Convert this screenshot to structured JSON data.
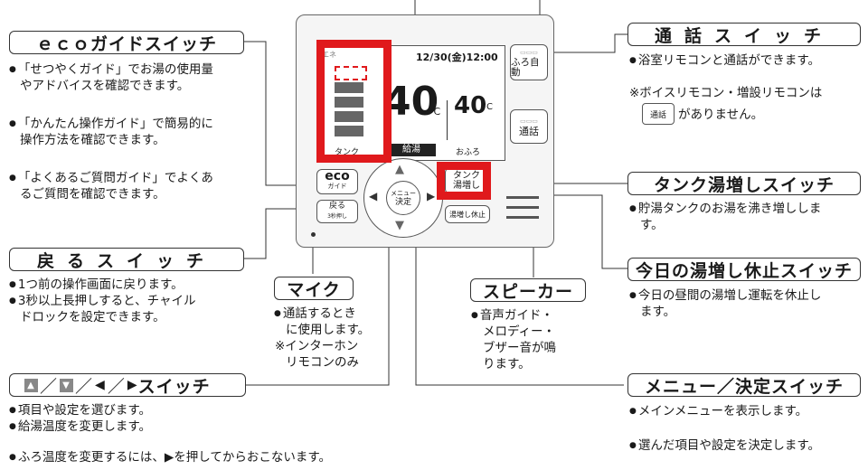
{
  "labels": {
    "eco": "ｅｃｏガイドスイッチ",
    "back": "戻るスイッチ",
    "arrows": "スイッチ",
    "arrow_marks": [
      "▲",
      "／",
      "▼",
      "／",
      "◀",
      "／",
      "▶"
    ],
    "call": "通話スイッチ",
    "tank": "タンク湯増しスイッチ",
    "halt": "今日の湯増し休止スイッチ",
    "mic": "マイク",
    "speaker": "スピーカー",
    "menu": "メニュー／決定スイッチ"
  },
  "desc": {
    "eco_1a": "「せつやくガイド」でお湯の使用量",
    "eco_1b": "やアドバイスを確認できます。",
    "eco_2a": "「かんたん操作ガイド」で簡易的に",
    "eco_2b": "操作方法を確認できます。",
    "eco_3a": "「よくあるご質問ガイド」でよくあ",
    "eco_3b": "るご質問を確認できます。",
    "back_1": "1つ前の操作画面に戻ります。",
    "back_2a": "3秒以上長押しすると、チャイル",
    "back_2b": "ドロックを設定できます。",
    "arrows_1": "項目や設定を選びます。",
    "arrows_2": "給湯温度を変更します。",
    "arrows_3": "ふろ温度を変更するには、▶を押してからおこないます。",
    "call_1": "浴室リモコンと通話ができます。",
    "call_note_1": "※ボイスリモコン・増設リモコンは",
    "call_note_2": "がありません。",
    "tank_1a": "貯湯タンクのお湯を沸き増ししま",
    "tank_1b": "す。",
    "halt_1a": "今日の昼間の湯増し運転を休止し",
    "halt_1b": "ます。",
    "mic_1a": "通話するとき",
    "mic_1b": "に使用します。",
    "mic_2a": "※インターホン",
    "mic_2b": "リモコンのみ",
    "spk_1a": "音声ガイド・",
    "spk_1b": "メロディー・",
    "spk_1c": "ブザー音が鳴",
    "spk_1d": "ります。",
    "menu_1": "メインメニューを表示します。",
    "menu_2": "選んだ項目や設定を決定します。"
  },
  "remote": {
    "datetime": "12/30(金)12:00",
    "screen_top": "エネ",
    "temp_kyuto": "40",
    "temp_furo": "40",
    "unit": "°C",
    "tank_label": "タンク",
    "kyuto_label": "給湯",
    "furo_label": "おふろ",
    "btn_furo": "ふろ自動",
    "btn_call": "通話",
    "btn_eco_1": "eco",
    "btn_eco_2": "ガイド",
    "btn_back_1": "戻る",
    "btn_back_2": "3秒押し",
    "btn_menu_1": "メニュー",
    "btn_menu_2": "決定",
    "btn_tank_1": "タンク",
    "btn_tank_2": "湯増し",
    "btn_halt": "湯増し休止",
    "icon_call": "通話"
  }
}
